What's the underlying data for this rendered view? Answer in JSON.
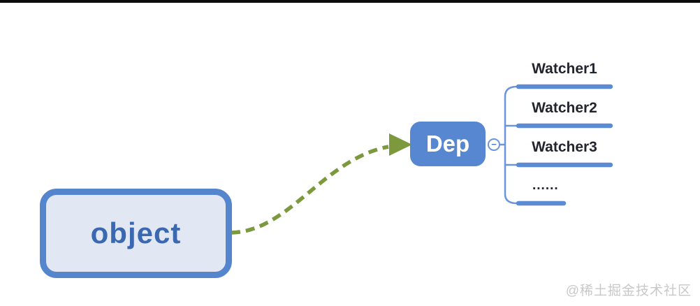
{
  "diagram": {
    "object_node": {
      "label": "object"
    },
    "dep_node": {
      "label": "Dep"
    },
    "collapse_button": {
      "symbol": "−",
      "icon": "minus-circle-icon"
    },
    "watchers": [
      {
        "label": "Watcher1"
      },
      {
        "label": "Watcher2"
      },
      {
        "label": "Watcher3"
      },
      {
        "label": "......"
      }
    ],
    "colors": {
      "node_fill_blue": "#5787d0",
      "object_border_blue": "#5585cc",
      "object_fill": "#e2e8f3",
      "object_text_blue": "#3b69b1",
      "branch_bar_blue": "#5b8bd3",
      "bracket_line_blue": "#6b95da",
      "arrow_olive_green": "#7c993e",
      "watcher_text_dark": "#23252e",
      "top_bar_black": "#0c0c0c",
      "watermark_gray": "#c8c8c8"
    }
  },
  "watermark": {
    "text": "@稀土掘金技术社区"
  }
}
